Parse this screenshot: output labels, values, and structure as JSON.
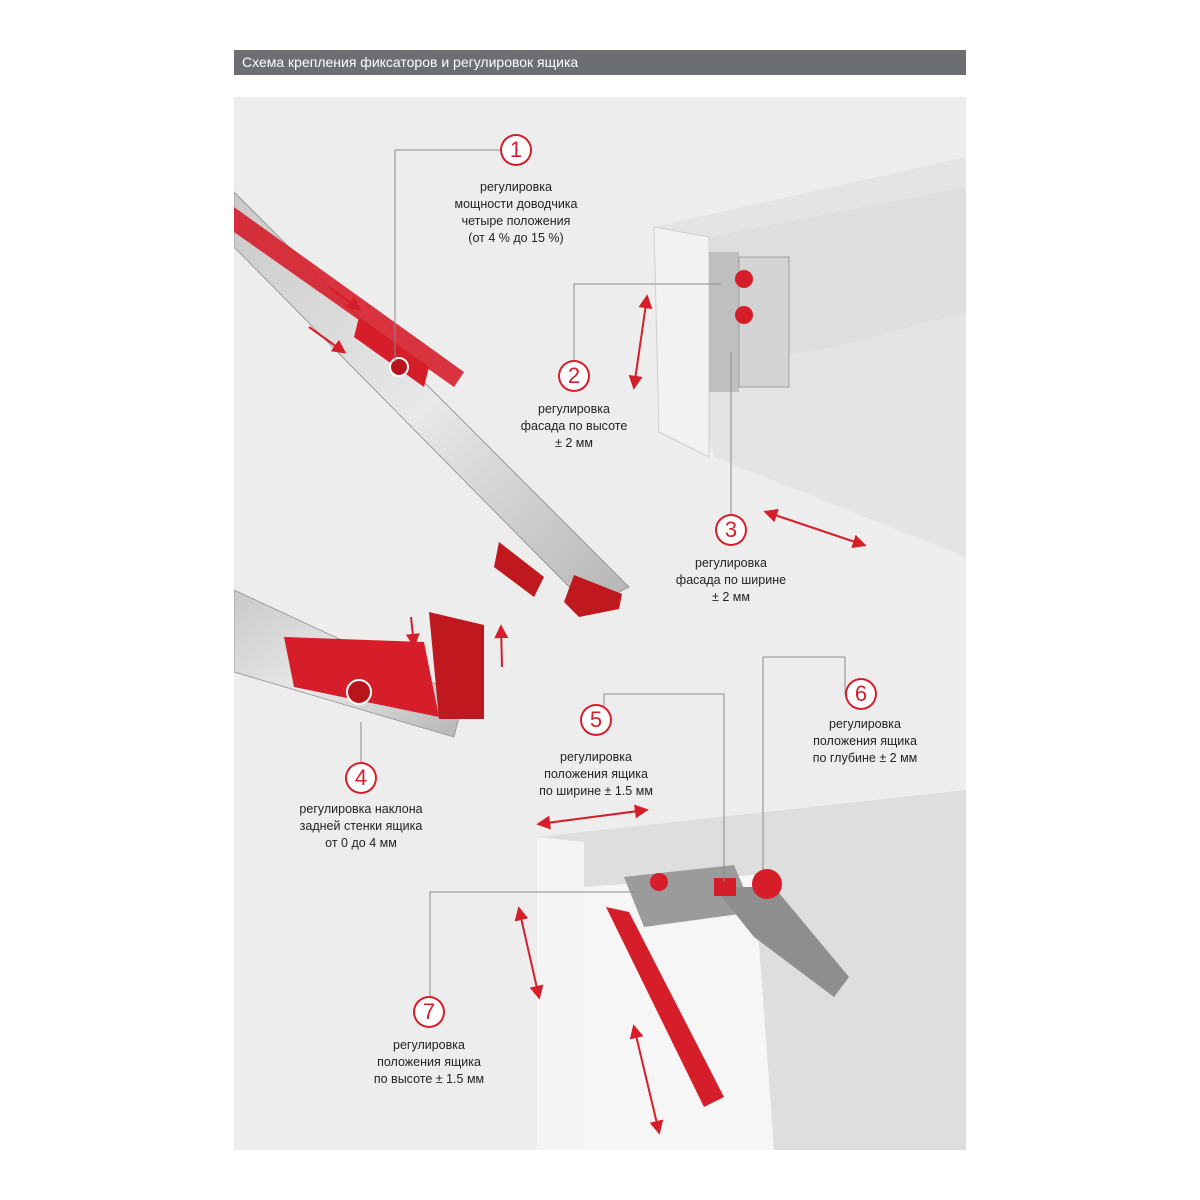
{
  "title": "Схема крепления фиксаторов и регулировок ящика",
  "callouts": [
    {
      "num": "1",
      "lines": [
        "регулировка",
        "мощности доводчика",
        "четыре положения",
        "(от 4 % до 15 %)"
      ]
    },
    {
      "num": "2",
      "lines": [
        "регулировка",
        "фасада по высоте",
        "± 2 мм"
      ]
    },
    {
      "num": "3",
      "lines": [
        "регулировка",
        "фасада по ширине",
        "± 2 мм"
      ]
    },
    {
      "num": "4",
      "lines": [
        "регулировка наклона",
        "задней стенки ящика",
        "от 0 до 4 мм"
      ]
    },
    {
      "num": "5",
      "lines": [
        "регулировка",
        "положения ящика",
        "по ширине ± 1.5 мм"
      ]
    },
    {
      "num": "6",
      "lines": [
        "регулировка",
        "положения ящика",
        "по глубине ± 2 мм"
      ]
    },
    {
      "num": "7",
      "lines": [
        "регулировка",
        "положения ящика",
        "по высоте ± 1.5 мм"
      ]
    }
  ],
  "colors": {
    "accent": "#d51e2a",
    "header": "#6d6e71",
    "panel": "#ededed"
  }
}
